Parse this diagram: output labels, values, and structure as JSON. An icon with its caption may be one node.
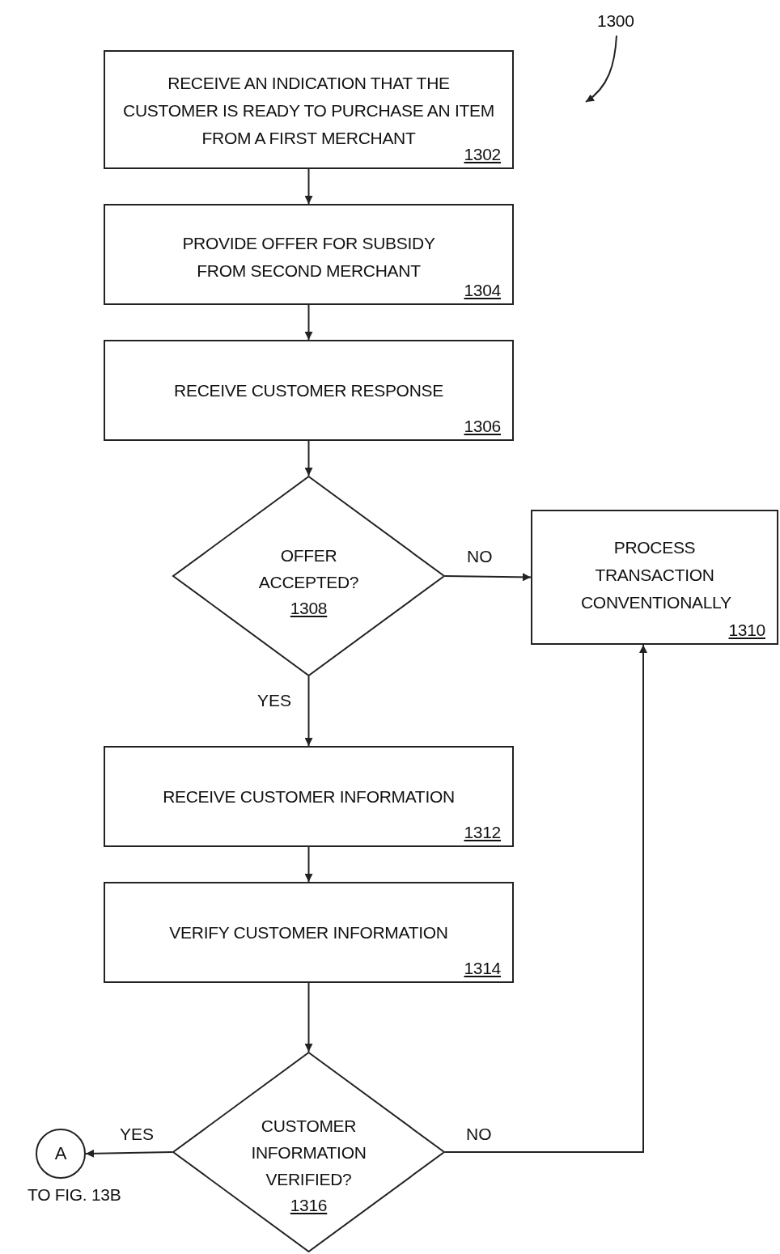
{
  "diagram": {
    "nodes": [
      {
        "text": [
          "RECEIVE AN INDICATION THAT THE CUSTOMER IS READY TO PURCHASE AN ITEM FROM A FIRST MERCHANT",
          "1302"
        ]
      },
      {
        "text": [
          "PROVIDE OFFER FOR SUBSIDY FROM SECOND MERCHANT",
          "1304"
        ]
      },
      {
        "text": [
          "RECEIVE CUSTOMER RESPONSE",
          "1306"
        ]
      },
      {
        "text": [
          "OFFER ACCEPTED?",
          "1308"
        ]
      },
      {
        "text": [
          "PROCESS TRANSACTION CONVENTIONALLY",
          "1310"
        ]
      },
      {
        "text": [
          "RECEIVE CUSTOMER INFORMATION",
          "1312"
        ]
      },
      {
        "text": [
          "VERIFY CUSTOMER INFORMATION",
          "1314"
        ]
      },
      {
        "text": [
          "CUSTOMER INFORMATION VERIFIED?",
          "1316"
        ]
      },
      {
        "text": [
          "A"
        ],
        "beside": [
          "TO FIG. 13B"
        ]
      }
    ],
    "edges": [
      {
        "from": 0,
        "to": 1,
        "arrow": "to"
      },
      {
        "from": 1,
        "to": 2,
        "arrow": "to"
      },
      {
        "from": 2,
        "to": 3,
        "arrow": "to"
      },
      {
        "from": 3,
        "to": 4,
        "arrow": "to",
        "label": "NO"
      },
      {
        "from": 3,
        "to": 5,
        "arrow": "to",
        "label": "YES"
      },
      {
        "from": 5,
        "to": 6,
        "arrow": "to"
      },
      {
        "from": 6,
        "to": 7,
        "arrow": "to"
      },
      {
        "from": 7,
        "to": 8,
        "arrow": "to",
        "label": "YES"
      },
      {
        "from": 7,
        "to": 4,
        "arrow": "to",
        "label": "NO"
      }
    ],
    "labels": [
      "1300"
    ]
  }
}
